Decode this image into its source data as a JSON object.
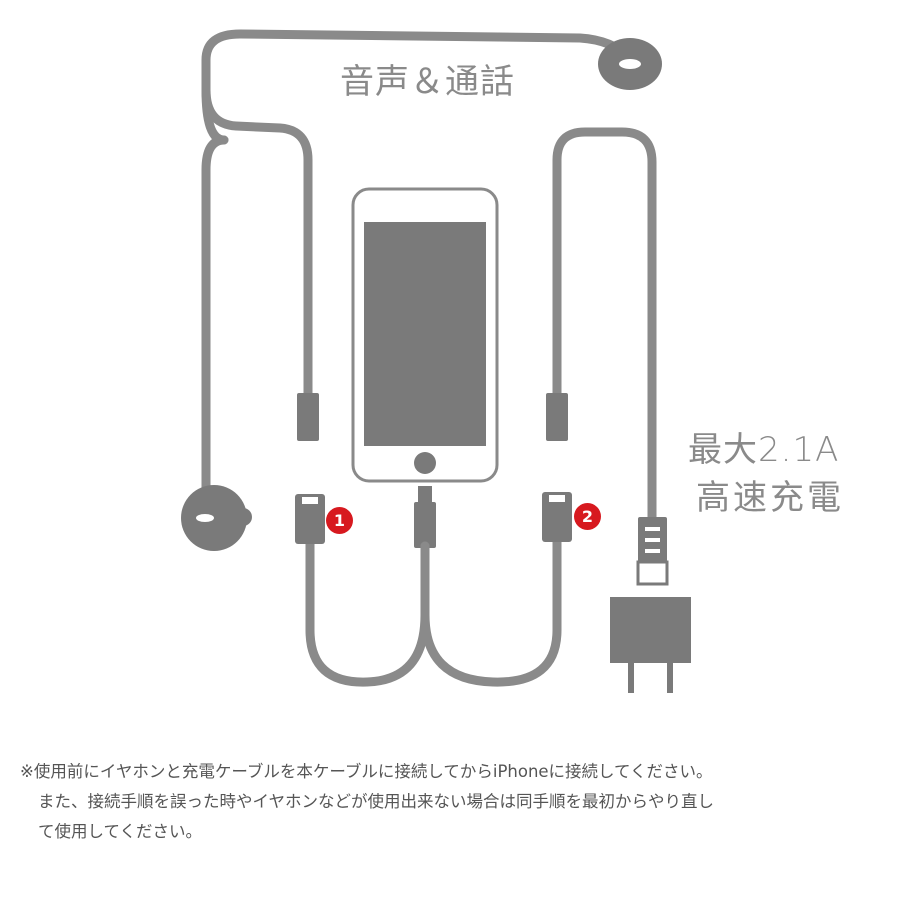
{
  "labels": {
    "audio": "音声＆通話",
    "charge_line1": "最大2.1A",
    "charge_line2": "高速充電"
  },
  "badges": {
    "port1": "1",
    "port2": "2"
  },
  "note": {
    "line1": "※使用前にイヤホンと充電ケーブルを本ケーブルに接続してからiPhoneに接続してください。",
    "line2": "また、接続手順を誤った時やイヤホンなどが使用出来ない場合は同手順を最初からやり直し",
    "line3": "て使用してください。"
  },
  "colors": {
    "cable": "#8a8a8a",
    "device": "#7a7a7a",
    "badge": "#d7191f"
  }
}
